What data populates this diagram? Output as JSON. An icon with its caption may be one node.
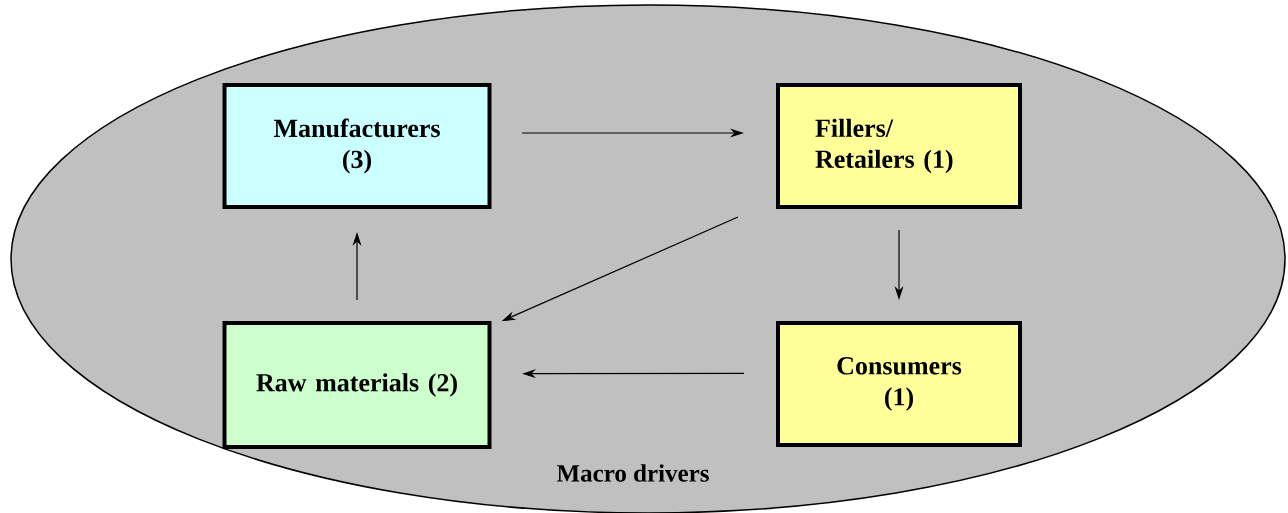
{
  "diagram": {
    "nodes": [
      {
        "text": [
          "Macro drivers"
        ]
      },
      {
        "text": [
          "Manufacturers (3)"
        ],
        "in": 0
      },
      {
        "text": [
          "Fillers/ Retailers (1)"
        ],
        "in": 0
      },
      {
        "text": [
          "Raw materials (2)"
        ],
        "in": 0
      },
      {
        "text": [
          "Consumers (1)"
        ],
        "in": 0
      }
    ],
    "edges": [
      {
        "from": 1,
        "to": 2,
        "arrow": "to"
      },
      {
        "from": 2,
        "to": 4,
        "arrow": "to"
      },
      {
        "from": 2,
        "to": 3,
        "arrow": "to"
      },
      {
        "from": 4,
        "to": 3,
        "arrow": "to"
      },
      {
        "from": 3,
        "to": 1,
        "arrow": "to"
      }
    ]
  }
}
